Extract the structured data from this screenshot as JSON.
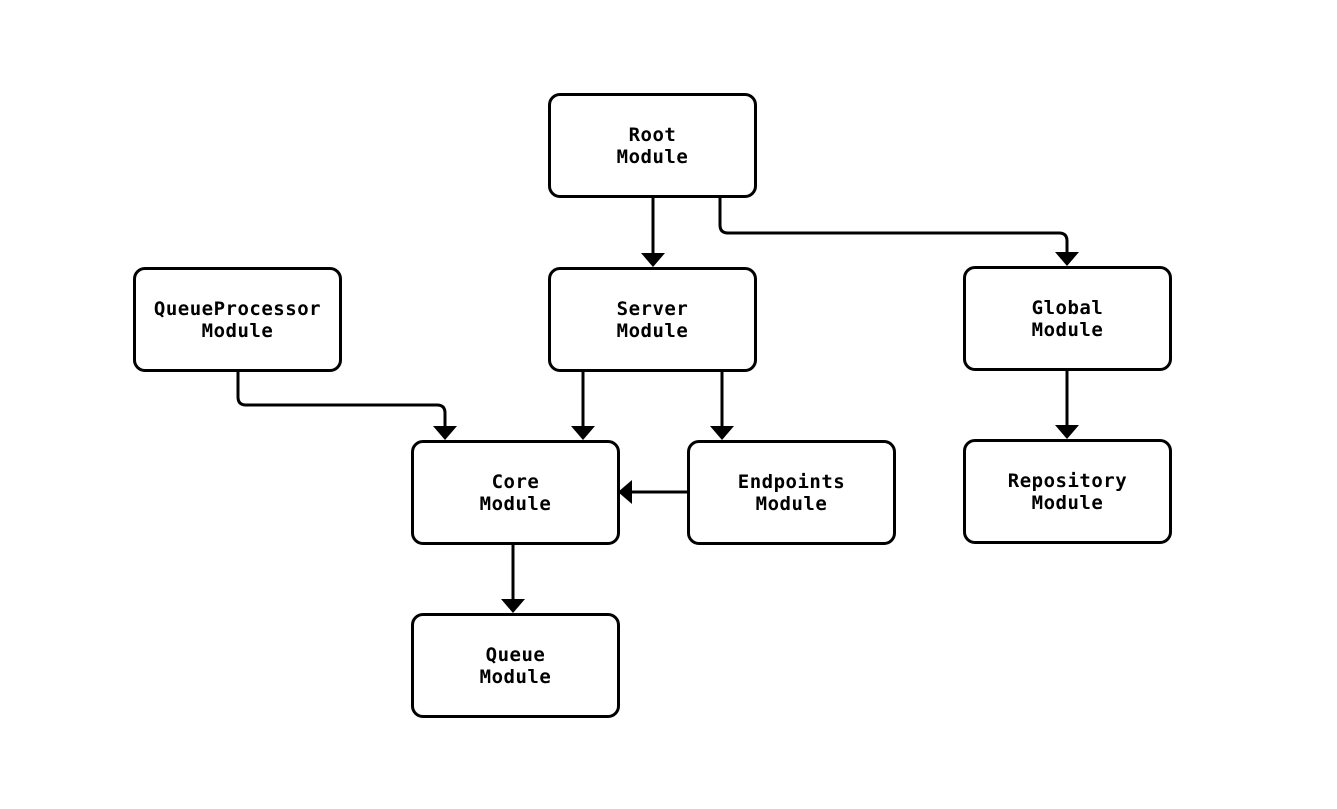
{
  "diagram": {
    "type": "flowchart",
    "direction": "top-down",
    "colors": {
      "background": "#ffffff",
      "node_fill": "#ffffff",
      "node_border": "#000000",
      "edge": "#000000",
      "text": "#000000"
    },
    "nodes": {
      "root": {
        "line1": "Root",
        "line2": "Module"
      },
      "queueprocessor": {
        "line1": "QueueProcessor",
        "line2": "Module"
      },
      "server": {
        "line1": "Server",
        "line2": "Module"
      },
      "global": {
        "line1": "Global",
        "line2": "Module"
      },
      "core": {
        "line1": "Core",
        "line2": "Module"
      },
      "endpoints": {
        "line1": "Endpoints",
        "line2": "Module"
      },
      "repository": {
        "line1": "Repository",
        "line2": "Module"
      },
      "queue": {
        "line1": "Queue",
        "line2": "Module"
      }
    },
    "edges": [
      {
        "from": "Root Module",
        "to": "Server Module"
      },
      {
        "from": "Root Module",
        "to": "Global Module"
      },
      {
        "from": "QueueProcessor Module",
        "to": "Core Module"
      },
      {
        "from": "Server Module",
        "to": "Core Module"
      },
      {
        "from": "Server Module",
        "to": "Endpoints Module"
      },
      {
        "from": "Endpoints Module",
        "to": "Core Module"
      },
      {
        "from": "Global Module",
        "to": "Repository Module"
      },
      {
        "from": "Core Module",
        "to": "Queue Module"
      }
    ]
  }
}
